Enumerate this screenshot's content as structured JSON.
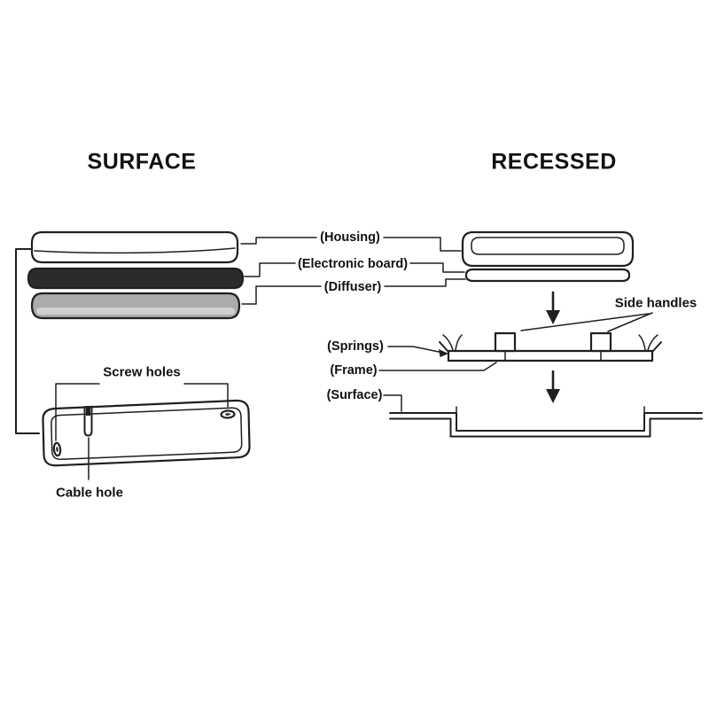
{
  "titles": {
    "surface": "SURFACE",
    "recessed": "RECESSED"
  },
  "parts": {
    "housing": "(Housing)",
    "electronic_board": "(Electronic board)",
    "diffuser": "(Diffuser)"
  },
  "surface_install": {
    "screw_holes": "Screw holes",
    "cable_hole": "Cable hole"
  },
  "recessed_install": {
    "side_handles": "Side handles",
    "springs": "(Springs)",
    "frame": "(Frame)",
    "surface": "(Surface)"
  },
  "colors": {
    "outline": "#1f1f1f",
    "housing_fill": "#ffffff",
    "board_fill": "#2b2b2b",
    "diffuser_fill": "#ababab",
    "diffuser_highlight": "#cfcfcf",
    "arrow_fill": "#1f1f1f"
  }
}
